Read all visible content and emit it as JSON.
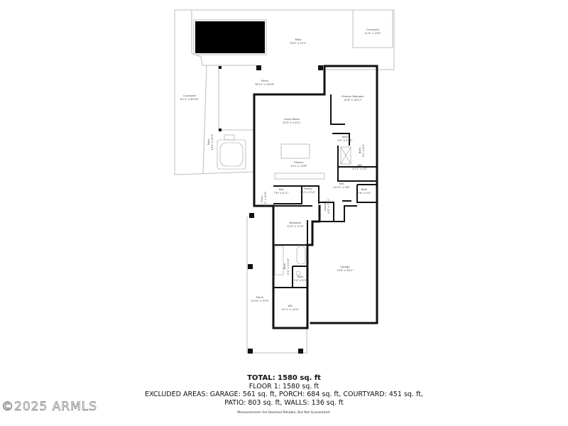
{
  "rooms": {
    "patio_top": {
      "name": "Patio",
      "dims": "50'0\" x 15'2\""
    },
    "courtyard_top": {
      "name": "Courtyard",
      "dims": "11'0\" x 10'0\""
    },
    "porch_top": {
      "name": "Porch",
      "dims": "28'11\" x 18'10\""
    },
    "courtyard_left": {
      "name": "Courtyard",
      "dims": "8'11\" x 40'10\""
    },
    "patio_left": {
      "name": "Patio",
      "dims": "14'2\" x 30'0\""
    },
    "living_room": {
      "name": "Living Room",
      "dims": "23'3\" x 13'11\""
    },
    "primary_bedroom": {
      "name": "Primary Bedroom",
      "dims": "14'6\" x 18'11\""
    },
    "bath_primary_small": {
      "name": "Bath",
      "dims": "8'0\" x 3'10\""
    },
    "bath_primary": {
      "name": "Bath",
      "dims": "9'1\" x 8'0\""
    },
    "wic_primary": {
      "name": "WIC",
      "dims": "9'11\" x 4'0\""
    },
    "kitchen": {
      "name": "Kitchen",
      "dims": "24'1\" x 10'8\""
    },
    "hall_left": {
      "name": "Hall",
      "dims": "7'6\" x 5'11\""
    },
    "pantry": {
      "name": "Pantry",
      "dims": "6'4\" x 5'11\""
    },
    "hall_right": {
      "name": "Hall",
      "dims": "10'11\" x 5'8\""
    },
    "bath_half": {
      "name": "Bath",
      "dims": "7'6\" x 5'0\""
    },
    "foyer": {
      "name": "Foyer",
      "dims": "5'2\" x 11'6\""
    },
    "laundry": {
      "name": "Laundry",
      "dims": "6'5\" x 7'10\""
    },
    "bedroom": {
      "name": "Bedroom",
      "dims": "12'3\" x 11'9\""
    },
    "bath_lower": {
      "name": "Bath",
      "dims": "8'0\" x 11'10\""
    },
    "bath_toilet": {
      "name": "Bath",
      "dims": "5'4\" x 5'2\""
    },
    "wic_lower": {
      "name": "WIC",
      "dims": "8'11\" x 10'4\""
    },
    "garage": {
      "name": "Garage",
      "dims": "19'0\" x 33'1\""
    },
    "porch_front": {
      "name": "Porch",
      "dims": "15'10\" x 37'9\""
    }
  },
  "summary": {
    "total": "TOTAL: 1580 sq. ft",
    "floor": "FLOOR 1: 1580 sq. ft",
    "excluded_line1": "EXCLUDED AREAS: GARAGE: 561 sq. ft, PORCH: 684 sq. ft, COURTYARD: 451 sq. ft,",
    "excluded_line2": "PATIO: 803 sq. ft, WALLS: 136 sq. ft",
    "disclaimer": "Measurements Are Deemed Reliable, But Not Guaranteed."
  },
  "watermark": "©2025 ARMLS",
  "colors": {
    "wall": "#111111",
    "outline": "#bdbdbd",
    "pool": "#000000"
  }
}
